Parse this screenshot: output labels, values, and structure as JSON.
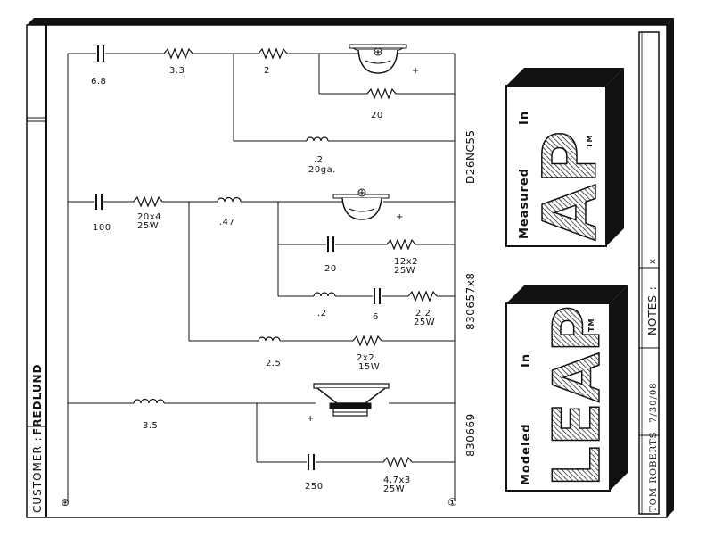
{
  "customer": {
    "label": "CUSTOMER :",
    "name": "FREDLUND"
  },
  "designer": "TOM ROBERTS",
  "date": "7/30/08",
  "notes": {
    "label": "NOTES :",
    "value": "x"
  },
  "drivers": {
    "tweeter": "D26NC55",
    "mid": "830657x8",
    "woofer": "830669"
  },
  "tweeter_branch": {
    "cap": "6.8",
    "res_series": "3.3",
    "res_2": "2",
    "res_shunt": "20",
    "plus": "+",
    "ind_value": ".2",
    "ind_gauge": "20ga."
  },
  "mid_branch": {
    "cap": "100",
    "res_value": "20x4",
    "res_watt": "25W",
    "ind": ".47",
    "plus": "+",
    "cap_shunt": "20",
    "res_shunt_value": "12x2",
    "res_shunt_watt": "25W",
    "ind_2": ".2",
    "cap_2": "6",
    "res_3_value": "2.2",
    "res_3_watt": "25W",
    "ind_3": "2.5",
    "res_4_value": "2x2",
    "res_4_watt": "15W"
  },
  "woofer_branch": {
    "ind": "3.5",
    "plus": "+",
    "cap": "250",
    "res_value": "4.7x3",
    "res_watt": "25W"
  },
  "terminals": {
    "positive": "⊕",
    "negative": "①"
  },
  "logos": {
    "measured": {
      "line1": "Measured",
      "line2": "In",
      "mark": "AP",
      "tm": "TM"
    },
    "modeled": {
      "line1": "Modeled",
      "line2": "In",
      "mark": "LEAP",
      "tm": "TM"
    }
  }
}
